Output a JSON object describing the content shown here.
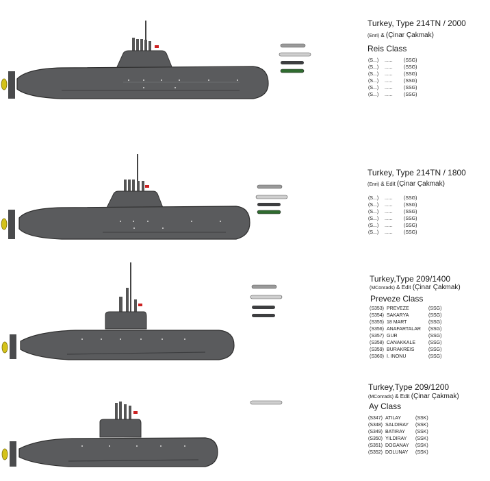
{
  "blocks": [
    {
      "title": "Turkey, Type 214TN / 2000",
      "credit_paren": "(Enri)",
      "credit_mid": " & ",
      "credit_name": "(Çinar Çakmak)",
      "class_name": "Reis Class",
      "rows": [
        {
          "pennant": "(S...)",
          "name": "......",
          "role": "(SSG)"
        },
        {
          "pennant": "(S...)",
          "name": "......",
          "role": "(SSG)"
        },
        {
          "pennant": "(S...)",
          "name": "......",
          "role": "(SSG)"
        },
        {
          "pennant": "(S...)",
          "name": "......",
          "role": "(SSG)"
        },
        {
          "pennant": "(S...)",
          "name": "......",
          "role": "(SSG)"
        },
        {
          "pennant": "(S...)",
          "name": "......",
          "role": "(SSG)"
        }
      ]
    },
    {
      "title": "Turkey, Type 214TN / 1800",
      "credit_paren": "(Enri)",
      "credit_mid": " & Edit ",
      "credit_name": "(Çinar Çakmak)",
      "class_name": "",
      "rows": [
        {
          "pennant": "(S...)",
          "name": "......",
          "role": "(SSG)"
        },
        {
          "pennant": "(S...)",
          "name": "......",
          "role": "(SSG)"
        },
        {
          "pennant": "(S...)",
          "name": "......",
          "role": "(SSG)"
        },
        {
          "pennant": "(S...)",
          "name": "......",
          "role": "(SSG)"
        },
        {
          "pennant": "(S...)",
          "name": "......",
          "role": "(SSG)"
        },
        {
          "pennant": "(S...)",
          "name": "......",
          "role": "(SSG)"
        }
      ]
    },
    {
      "title": "Turkey,Type 209/1400",
      "credit_paren": "(MConrads)",
      "credit_mid": " & Edit ",
      "credit_name": "(Çinar Çakmak)",
      "class_name": "Preveze Class",
      "rows": [
        {
          "pennant": "(S353)",
          "name": "PREVEZE",
          "role": "(SSG)"
        },
        {
          "pennant": "(S354)",
          "name": "SAKARYA",
          "role": "(SSG)"
        },
        {
          "pennant": "(S355)",
          "name": "18 MART",
          "role": "(SSG)"
        },
        {
          "pennant": "(S356)",
          "name": "ANAFARTALAR",
          "role": "(SSG)"
        },
        {
          "pennant": "(S357)",
          "name": "GUR",
          "role": "(SSG)"
        },
        {
          "pennant": "(S358)",
          "name": "CANAKKALE",
          "role": "(SSG)"
        },
        {
          "pennant": "(S359)",
          "name": "BURAKREIS",
          "role": "(SSG)"
        },
        {
          "pennant": "(S360)",
          "name": "I. INONU",
          "role": "(SSG)"
        }
      ]
    },
    {
      "title": "Turkey,Type 209/1200",
      "credit_paren": "(MConrads)",
      "credit_mid": " & Edit ",
      "credit_name": "(Çinar Çakmak)",
      "class_name": "Ay Class",
      "rows": [
        {
          "pennant": "(S347)",
          "name": "ATILAY",
          "role": "(SSK)"
        },
        {
          "pennant": "(S348)",
          "name": "SALDIRAY",
          "role": "(SSK)"
        },
        {
          "pennant": "(S349)",
          "name": "BATIRAY",
          "role": "(SSK)"
        },
        {
          "pennant": "(S350)",
          "name": "YILDIRAY",
          "role": "(SSK)"
        },
        {
          "pennant": "(S351)",
          "name": "DOGANAY",
          "role": "(SSK)"
        },
        {
          "pennant": "(S352)",
          "name": "DOLUNAY",
          "role": "(SSK)"
        }
      ]
    }
  ],
  "colors": {
    "hull": "#58595b",
    "hull_dark": "#3d3e40",
    "propeller": "#d4c21a",
    "flag": "#cc2222",
    "weapon_green": "#2f6b2f",
    "weapon_grey": "#9a9a9a"
  }
}
